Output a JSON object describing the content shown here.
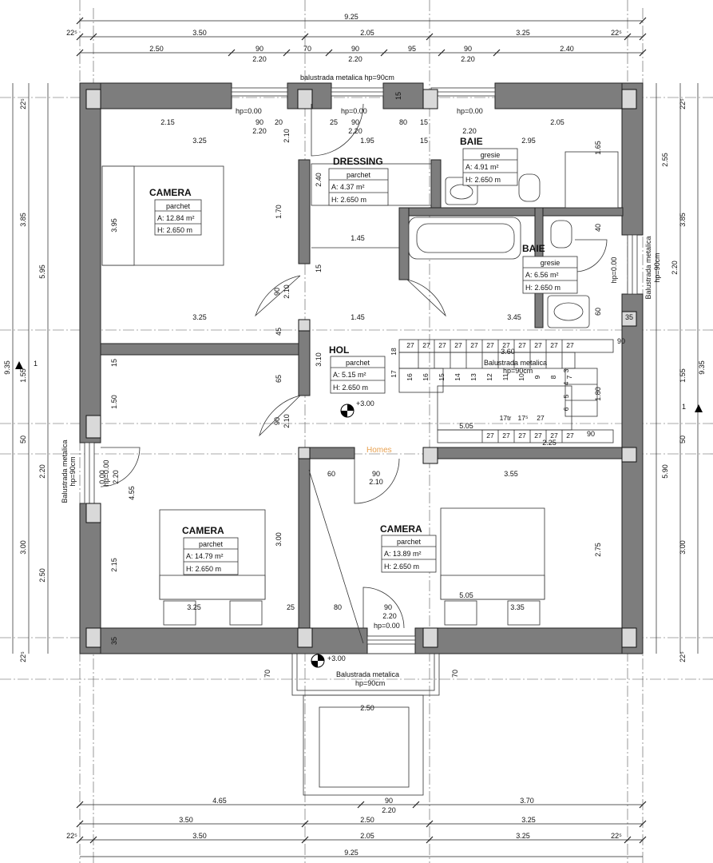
{
  "dims_top": {
    "overall": "9.25",
    "row2": [
      "22⁵",
      "3.50",
      "2.05",
      "3.25",
      "22⁵"
    ],
    "row3": [
      "2.50",
      "90",
      "70",
      "90",
      "95",
      "90",
      "2.40"
    ],
    "row3_sub": [
      "2.20",
      "2.20",
      "2.20"
    ]
  },
  "dims_bottom": {
    "row1": [
      "4.65",
      "90",
      "3.70"
    ],
    "row1_sub": "2.20",
    "row2": [
      "3.50",
      "2.50",
      "3.25"
    ],
    "row3": [
      "22⁵",
      "3.50",
      "2.05",
      "3.25",
      "22⁵"
    ],
    "overall": "9.25"
  },
  "dims_left": {
    "overall": "9.35",
    "top_25": "22⁵",
    "bot_25": "22⁵",
    "a": [
      "3.85",
      "1.55",
      "50",
      "3.00"
    ],
    "b": [
      "5.95",
      "2.20",
      "2.50"
    ]
  },
  "dims_right": {
    "overall": "9.35",
    "top_25": "22⁵",
    "bot_25": "22⁵",
    "a": [
      "2.55",
      "3.85",
      "1.55",
      "50",
      "3.00"
    ],
    "b": [
      "2.20",
      "5.90"
    ]
  },
  "axis_markers": {
    "left": "1",
    "right": "1"
  },
  "rooms": [
    {
      "name": "CAMERA",
      "finish": "parchet",
      "area_label": "A: 12.84 m²",
      "height": "H: 2.650 m"
    },
    {
      "name": "DRESSING",
      "finish": "parchet",
      "area_label": "A:   4.37 m²",
      "height": "H: 2.650 m"
    },
    {
      "name": "BAIE",
      "finish": "gresie",
      "area_label": "A:   4.91 m²",
      "height": "H: 2.650 m"
    },
    {
      "name": "BAIE",
      "finish": "gresie",
      "area_label": "A:   6.56 m²",
      "height": "H: 2.650 m"
    },
    {
      "name": "HOL",
      "finish": "parchet",
      "area_label": "A:   5.15 m²",
      "height": "H: 2.650 m"
    },
    {
      "name": "CAMERA",
      "finish": "parchet",
      "area_label": "A: 14.79 m²",
      "height": "H: 2.650 m"
    },
    {
      "name": "CAMERA",
      "finish": "parchet",
      "area_label": "A: 13.89 m²",
      "height": "H: 2.650 m"
    }
  ],
  "notes": {
    "top_balustrade": "balustrada metalica hp=90cm",
    "left_balustrade_1": "Balustrada metalica",
    "left_balustrade_2": "hp=90cm",
    "right_balustrade_1": "Balustrada metalica",
    "right_balustrade_2": "hp=90cm",
    "stair_balustrade_1": "Balustrada metalica",
    "stair_balustrade_2": "hp=90cm",
    "balcony_balustrade_1": "Balustrada metalica",
    "balcony_balustrade_2": "hp=90cm",
    "hp_top_1": "hp=0.00",
    "hp_top_2": "hp=0.00",
    "hp_top_3": "hp=0.00",
    "hp_left": "hp=0.00",
    "hp_right": "hp=0.00",
    "hp_bottom": "hp=0.00",
    "level_hol": "+3.00",
    "level_balcony": "+3.00",
    "watermark": "Homes"
  },
  "interior_dims": [
    "2.15",
    "90",
    "20",
    "25",
    "90",
    "80",
    "15",
    "2.05",
    "2.20",
    "2.20",
    "2.20",
    "3.25",
    "1.95",
    "15",
    "2.95",
    "2.10",
    "2.40",
    "1.70",
    "1.45",
    "15",
    "3.95",
    "1.65",
    "40",
    "90",
    "2.10",
    "3.25",
    "1.45",
    "3.45",
    "45",
    "60",
    "35",
    "3.10",
    "65",
    "15",
    "1.50",
    "90",
    "2.10",
    "5.05",
    "3.60",
    "1.80",
    "2.25",
    "90",
    "60",
    "90",
    "2.10",
    "3.55",
    "4.55",
    "2.15",
    "3.00",
    "2.75",
    "3.25",
    "25",
    "80",
    "90",
    "2.20",
    "5.05",
    "3.35",
    "70",
    "70",
    "2.50",
    "35",
    "15",
    "90",
    "0.00",
    "2.20"
  ],
  "stairs": {
    "top_row": [
      "27",
      "27",
      "27",
      "27",
      "27",
      "27",
      "27",
      "27",
      "27",
      "27",
      "27"
    ],
    "mid_row": [
      "16",
      "16",
      "15",
      "14",
      "13",
      "12",
      "11",
      "10",
      "9",
      "8",
      "7"
    ],
    "right_col": [
      "6",
      "5",
      "4",
      "3"
    ],
    "left_col": [
      "17",
      "18"
    ],
    "bottom_row": [
      "27",
      "27",
      "27",
      "27",
      "27",
      "27"
    ],
    "info": [
      "17tr",
      "17⁵",
      "27"
    ]
  }
}
